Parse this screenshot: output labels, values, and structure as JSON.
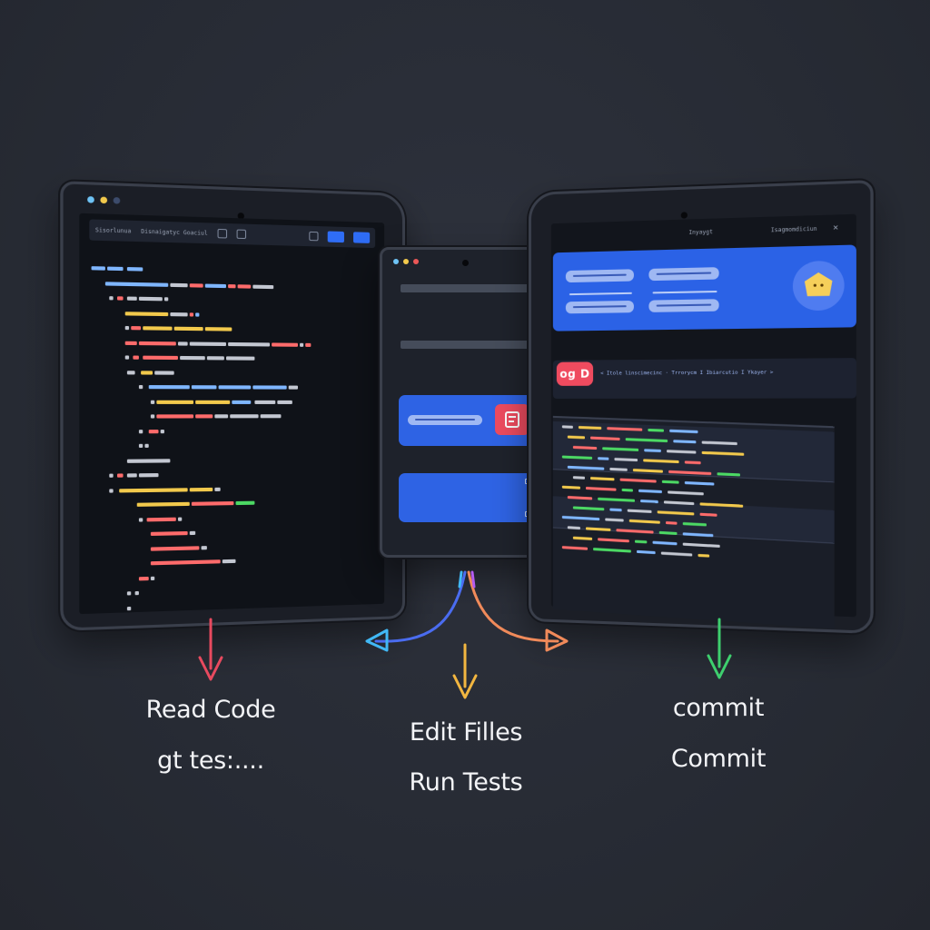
{
  "left_panel": {
    "toolbar": {
      "tab_1": "Sisorlunua",
      "tab_2": "Disnaigatyc Goaciul"
    },
    "code_lines": [
      [
        [
          0,
          14,
          "#7fb6ff"
        ],
        [
          16,
          16,
          "#7fb6ff"
        ],
        [
          36,
          16,
          "#7fb6ff"
        ]
      ],
      [
        [
          14,
          64,
          "#7fb6ff"
        ],
        [
          80,
          18,
          "#c3c7d1"
        ],
        [
          100,
          14,
          "#ff6b6b"
        ],
        [
          116,
          22,
          "#7fb6ff"
        ],
        [
          140,
          8,
          "#ff6b6b"
        ],
        [
          150,
          14,
          "#ff6b6b"
        ],
        [
          166,
          22,
          "#c3c7d1"
        ]
      ],
      [
        [
          18,
          4,
          "#c3c7d1"
        ],
        [
          26,
          6,
          "#ff6b6b"
        ],
        [
          36,
          10,
          "#c3c7d1"
        ],
        [
          48,
          24,
          "#c3c7d1"
        ],
        [
          74,
          4,
          "#c3c7d1"
        ]
      ],
      [
        [
          34,
          44,
          "#f2c94c"
        ],
        [
          80,
          18,
          "#c3c7d1"
        ],
        [
          100,
          4,
          "#ff6b6b"
        ],
        [
          106,
          4,
          "#7fb6ff"
        ]
      ],
      [
        [
          34,
          4,
          "#c3c7d1"
        ],
        [
          40,
          10,
          "#ff6b6b"
        ],
        [
          52,
          30,
          "#f2c94c"
        ],
        [
          84,
          30,
          "#f2c94c"
        ],
        [
          116,
          28,
          "#f2c94c"
        ]
      ],
      [
        [
          34,
          12,
          "#ff6b6b"
        ],
        [
          48,
          38,
          "#ff6b6b"
        ],
        [
          88,
          10,
          "#c3c7d1"
        ],
        [
          100,
          38,
          "#c3c7d1"
        ],
        [
          140,
          44,
          "#c3c7d1"
        ],
        [
          186,
          28,
          "#ff6b6b"
        ],
        [
          216,
          4,
          "#c3c7d1"
        ],
        [
          222,
          6,
          "#ff6b6b"
        ]
      ],
      [
        [
          34,
          4,
          "#c3c7d1"
        ],
        [
          42,
          6,
          "#ff6b6b"
        ],
        [
          52,
          36,
          "#ff6b6b"
        ],
        [
          90,
          26,
          "#c3c7d1"
        ],
        [
          118,
          18,
          "#c3c7d1"
        ],
        [
          138,
          30,
          "#c3c7d1"
        ]
      ],
      [
        [
          36,
          8,
          "#c3c7d1"
        ],
        [
          50,
          12,
          "#f2c94c"
        ],
        [
          64,
          20,
          "#c3c7d1"
        ]
      ],
      [
        [
          48,
          4,
          "#c3c7d1"
        ],
        [
          58,
          42,
          "#7fb6ff"
        ],
        [
          102,
          26,
          "#7fb6ff"
        ],
        [
          130,
          34,
          "#7fb6ff"
        ],
        [
          166,
          36,
          "#7fb6ff"
        ],
        [
          204,
          10,
          "#c3c7d1"
        ]
      ],
      [
        [
          60,
          4,
          "#c3c7d1"
        ],
        [
          66,
          38,
          "#f2c94c"
        ],
        [
          106,
          36,
          "#f2c94c"
        ],
        [
          144,
          20,
          "#7fb6ff"
        ],
        [
          168,
          22,
          "#c3c7d1"
        ],
        [
          192,
          16,
          "#c3c7d1"
        ]
      ],
      [
        [
          60,
          4,
          "#c3c7d1"
        ],
        [
          66,
          38,
          "#ff6b6b"
        ],
        [
          106,
          18,
          "#ff6b6b"
        ],
        [
          126,
          14,
          "#c3c7d1"
        ],
        [
          142,
          30,
          "#c3c7d1"
        ],
        [
          174,
          22,
          "#c3c7d1"
        ]
      ],
      [
        [
          48,
          4,
          "#c3c7d1"
        ],
        [
          58,
          10,
          "#ff6b6b"
        ],
        [
          70,
          4,
          "#c3c7d1"
        ]
      ],
      [
        [
          48,
          4,
          "#c3c7d1"
        ],
        [
          54,
          4,
          "#c3c7d1"
        ]
      ],
      [
        [
          36,
          44,
          "#c3c7d1"
        ]
      ],
      [
        [
          18,
          4,
          "#c3c7d1"
        ],
        [
          26,
          6,
          "#ff6b6b"
        ],
        [
          36,
          10,
          "#c3c7d1"
        ],
        [
          48,
          20,
          "#c3c7d1"
        ]
      ],
      [
        [
          18,
          4,
          "#c3c7d1"
        ],
        [
          28,
          70,
          "#f2c94c"
        ],
        [
          100,
          24,
          "#f2c94c"
        ],
        [
          126,
          6,
          "#c3c7d1"
        ]
      ],
      [
        [
          46,
          54,
          "#f2c94c"
        ],
        [
          102,
          44,
          "#ff6b6b"
        ],
        [
          148,
          20,
          "#4cd964"
        ]
      ],
      [
        [
          48,
          4,
          "#c3c7d1"
        ],
        [
          56,
          30,
          "#ff6b6b"
        ],
        [
          88,
          4,
          "#c3c7d1"
        ]
      ],
      [
        [
          60,
          38,
          "#ff6b6b"
        ],
        [
          100,
          6,
          "#c3c7d1"
        ]
      ],
      [
        [
          60,
          50,
          "#ff6b6b"
        ],
        [
          112,
          6,
          "#c3c7d1"
        ]
      ],
      [
        [
          60,
          72,
          "#ff6b6b"
        ],
        [
          134,
          14,
          "#c3c7d1"
        ]
      ],
      [
        [
          48,
          10,
          "#ff6b6b"
        ],
        [
          60,
          4,
          "#c3c7d1"
        ]
      ],
      [
        [
          36,
          4,
          "#c3c7d1"
        ],
        [
          44,
          4,
          "#c3c7d1"
        ]
      ],
      [
        [
          36,
          4,
          "#c3c7d1"
        ]
      ]
    ]
  },
  "right_panel": {
    "toolbar": {
      "title": "Inyaygt",
      "menu": "Isagmomdiciun"
    },
    "alert_badge": "og D",
    "alert_text": "< Itole linscimecinc · Trrorycm I Ibiarcutio I Ykayer  >"
  },
  "steps": [
    {
      "id": "read",
      "label": "Read Code",
      "color": "#e84a5f"
    },
    {
      "id": "read_sub",
      "label": "gt tes:...."
    },
    {
      "id": "edit",
      "label": "Edit Filles",
      "color": "#f2b640"
    },
    {
      "id": "run",
      "label": "Run Tests"
    },
    {
      "id": "commit_lower",
      "label": "commit",
      "color": "#3ecf6e"
    },
    {
      "id": "commit",
      "label": "Commit"
    }
  ],
  "colors": {
    "arrow_read": "#e84a5f",
    "arrow_branch_left": "#4a6cf0",
    "arrow_branch_left_tail": "#41b8f5",
    "arrow_branch_right": "#f08a5a",
    "arrow_branch_right_tail": "#b45cf0",
    "arrow_edit": "#f2b640",
    "arrow_commit": "#3ecf6e"
  }
}
